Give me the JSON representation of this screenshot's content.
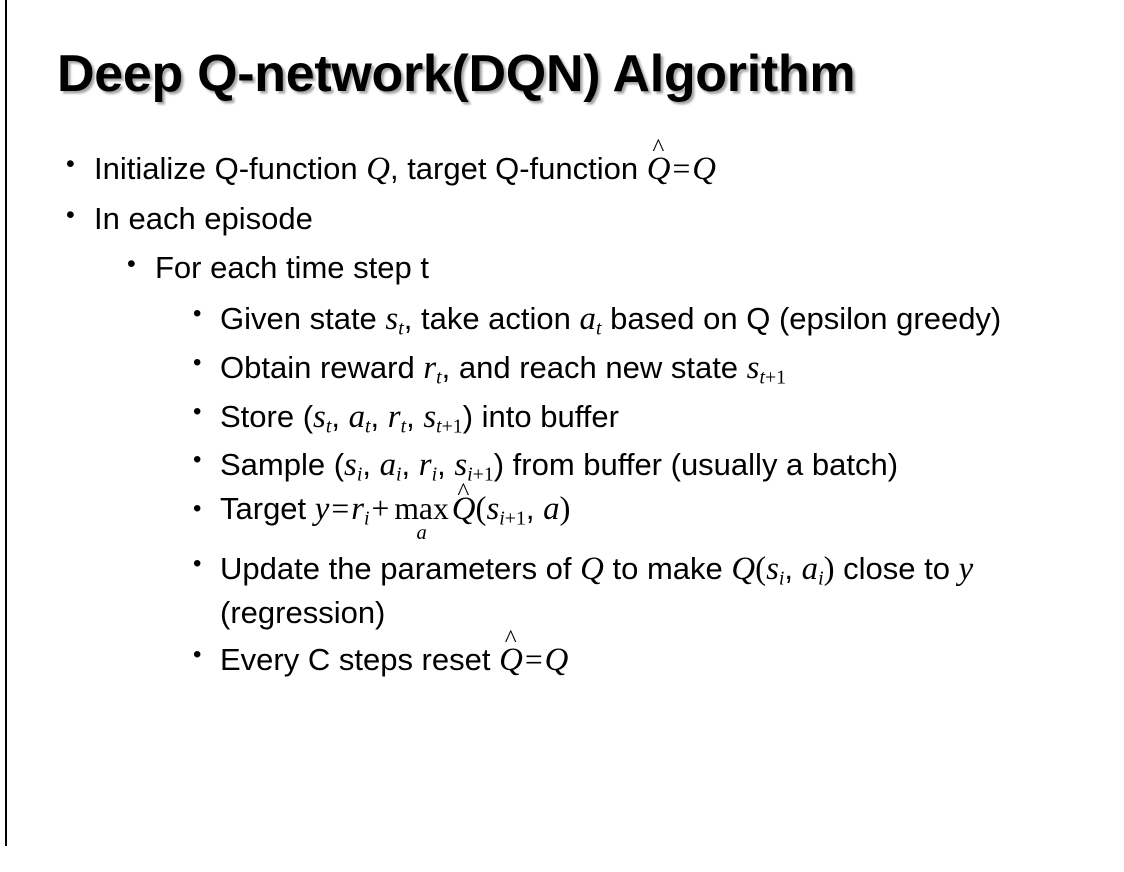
{
  "slide": {
    "title": "Deep Q-network(DQN) Algorithm",
    "background_color": "#ffffff",
    "text_color": "#000000",
    "accent_rule_color": "#000000",
    "bullet_glyph": "•"
  },
  "bullets": {
    "b1": {
      "level": 1,
      "pre": "Initialize Q-function ",
      "var_q1": "Q",
      "mid": ", target Q-function ",
      "hat_char": "^",
      "var_qhat": "Q",
      "equals": "=",
      "var_q2": "Q",
      "plain_text": "Initialize Q-function Q, target Q-function Q̂ = Q"
    },
    "b2": {
      "level": 1,
      "text": "In each episode"
    },
    "b3": {
      "level": 2,
      "text": "For each time step t"
    },
    "b4": {
      "level": 3,
      "pre": "Given state ",
      "var_s": "s",
      "sub_s": "t",
      "mid": ", take action ",
      "var_a": "a",
      "sub_a": "t",
      "post": " based on Q (epsilon greedy)",
      "plain_text": "Given state s_t, take action a_t based on Q (epsilon greedy)"
    },
    "b5": {
      "level": 3,
      "pre": "Obtain reward ",
      "var_r": "r",
      "sub_r": "t",
      "mid": ", and reach new state ",
      "var_s": "s",
      "sub_s_italic": "t",
      "sub_s_plain": "+1",
      "plain_text": "Obtain reward r_t, and reach new state s_{t+1}"
    },
    "b6": {
      "level": 3,
      "pre": "Store (",
      "v1": "s",
      "v1s": "t",
      "sep1": ", ",
      "v2": "a",
      "v2s": "t",
      "sep2": ", ",
      "v3": "r",
      "v3s": "t",
      "sep3": ", ",
      "v4": "s",
      "v4s_italic": "t",
      "v4s_plain": "+1",
      "post": ") into buffer",
      "plain_text": "Store (s_t, a_t, r_t, s_{t+1}) into buffer"
    },
    "b7": {
      "level": 3,
      "pre": "Sample (",
      "v1": "s",
      "v1s": "i",
      "sep1": ", ",
      "v2": "a",
      "v2s": "i",
      "sep2": ", ",
      "v3": "r",
      "v3s": "i",
      "sep3": ", ",
      "v4": "s",
      "v4s_italic": "i",
      "v4s_plain": "+1",
      "post": ") from buffer (usually a batch)",
      "plain_text": "Sample (s_i, a_i, r_i, s_{i+1}) from buffer (usually a batch)"
    },
    "b8": {
      "level": 3,
      "pre": "Target ",
      "var_y": "y",
      "equals": "=",
      "var_r": "r",
      "sub_r": "i",
      "plus": "+",
      "max_label": "max",
      "max_under": "a",
      "hat_char": "^",
      "var_qhat": "Q",
      "paren_open": "(",
      "var_s": "s",
      "sub_s_italic": "i",
      "sub_s_plain": "+1",
      "comma": ", ",
      "var_a": "a",
      "paren_close": ")",
      "plain_text": "Target y = r_i + max_a Q̂(s_{i+1}, a)"
    },
    "b9": {
      "level": 3,
      "pre": "Update the parameters of ",
      "var_q1": "Q",
      "mid1": " to make ",
      "var_q2": "Q",
      "paren_open": "(",
      "v1": "s",
      "v1s": "i",
      "sep1": ", ",
      "v2": "a",
      "v2s": "i",
      "paren_close": ")",
      "mid2": " close to ",
      "var_y": "y",
      "post": " (regression)",
      "plain_text": "Update the parameters of Q to make Q(s_i, a_i) close to y (regression)"
    },
    "b10": {
      "level": 3,
      "pre": "Every C steps reset ",
      "hat_char": "^",
      "var_qhat": "Q",
      "equals": "=",
      "var_q": "Q",
      "plain_text": "Every C steps reset Q̂ = Q"
    }
  }
}
